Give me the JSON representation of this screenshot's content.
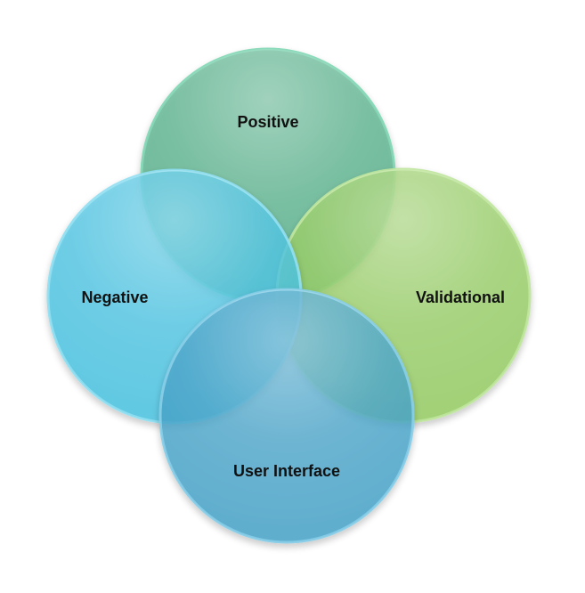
{
  "diagram": {
    "circles": [
      {
        "id": "positive",
        "label": "Positive",
        "color": "#4fae87",
        "edge": "#7fd6b4"
      },
      {
        "id": "validational",
        "label": "Validational",
        "color": "#92cc5e",
        "edge": "#bfe69c"
      },
      {
        "id": "negative",
        "label": "Negative",
        "color": "#43c2e2",
        "edge": "#8fdff2"
      },
      {
        "id": "user-interface",
        "label": "User Interface",
        "color": "#3fa2c9",
        "edge": "#86cde8"
      }
    ]
  }
}
